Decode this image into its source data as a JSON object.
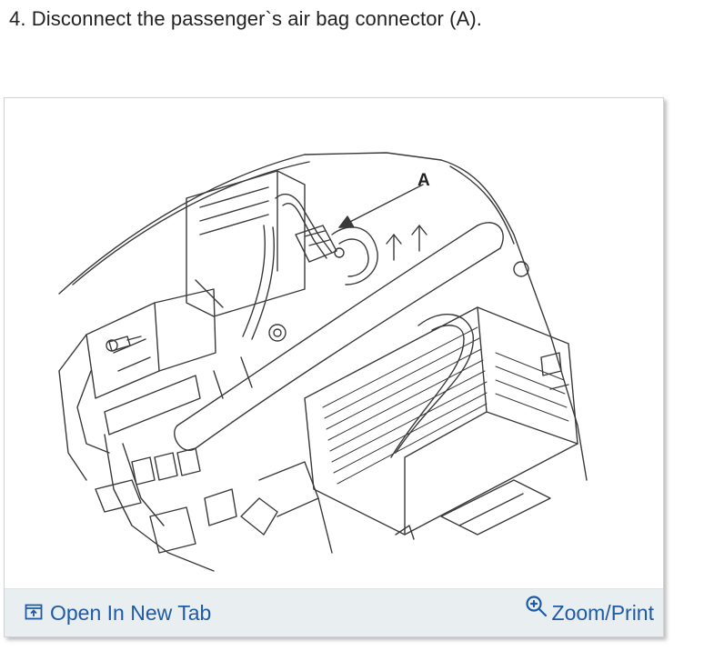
{
  "instruction": {
    "text": "4. Disconnect the passenger`s air bag connector (A)."
  },
  "figure": {
    "callout_label": "A"
  },
  "toolbar": {
    "open_tab_label": "Open In New Tab",
    "zoom_print_label": "Zoom/Print",
    "link_color": "#1e5aa6",
    "bar_color": "#e9eef0"
  },
  "icons": {
    "open_tab": "open-new-tab-icon",
    "zoom": "zoom-in-icon"
  }
}
